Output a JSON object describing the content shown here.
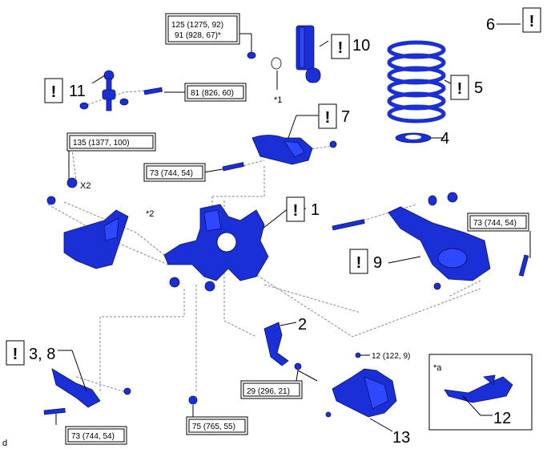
{
  "callouts": {
    "n1": "1",
    "n2": "2",
    "n3_8": "3, 8",
    "n4": "4",
    "n5": "5",
    "n6": "6",
    "n7": "7",
    "n9": "9",
    "n10": "10",
    "n11": "11",
    "n12": "12",
    "n13": "13"
  },
  "caution_mark": "!",
  "notes": {
    "star1": "*1",
    "star2": "*2",
    "star_a": "*a",
    "x2": "X2",
    "corner": "d"
  },
  "torques": {
    "t125_line1": "125 (1275, 92)",
    "t125_line2": "91 (928, 67)*",
    "t81": "81 (826, 60)",
    "t135": "135 (1377, 100)",
    "t73_upper": "73 (744, 54)",
    "t73_right": "73 (744, 54)",
    "t12": "12 (122, 9)",
    "t29": "29 (296, 21)",
    "t75": "75 (765, 55)",
    "t73_lower": "73 (744, 54)"
  }
}
